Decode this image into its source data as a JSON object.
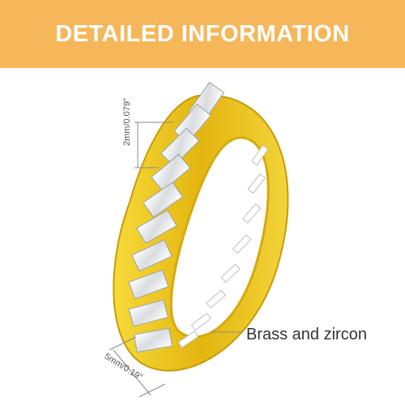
{
  "banner": {
    "title": "DETAILED INFORMATION",
    "color": "#f6b75a"
  },
  "product": {
    "name": "ring",
    "metal_color": "#e8bf18",
    "stone_color": "#f4f6f7"
  },
  "annotations": {
    "band_width": "2mm/0.079\"",
    "ring_height": "5mm/0.19\"",
    "material": "Brass and zircon"
  }
}
